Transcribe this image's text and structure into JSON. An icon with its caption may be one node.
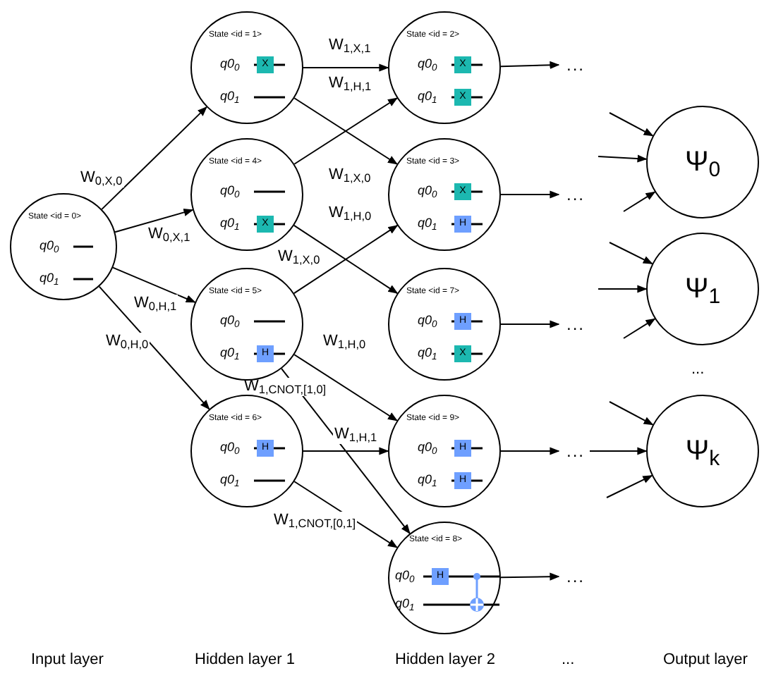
{
  "diagram": {
    "nodes": [
      {
        "text": [
          "State <id = 0>",
          "q0$_{0}$",
          "q0$_{1}$"
        ]
      },
      {
        "text": [
          "State <id = 1>",
          "q0$_{0}$",
          "q0$_{1}$"
        ]
      },
      {
        "text": [
          "X"
        ],
        "in": 1
      },
      {
        "text": [
          "State <id = 4>",
          "q0$_{0}$",
          "q0$_{1}$"
        ]
      },
      {
        "text": [
          "X"
        ],
        "in": 3
      },
      {
        "text": [
          "State <id = 5>",
          "q0$_{0}$",
          "q0$_{1}$"
        ]
      },
      {
        "text": [
          "H"
        ],
        "in": 5
      },
      {
        "text": [
          "State <id = 6>",
          "q0$_{0}$",
          "q0$_{1}$"
        ]
      },
      {
        "text": [
          "H"
        ],
        "in": 7
      },
      {
        "text": [
          "State <id = 2>",
          "q0$_{0}$",
          "q0$_{1}$"
        ]
      },
      {
        "text": [
          "X"
        ],
        "in": 9
      },
      {
        "text": [
          "X"
        ],
        "in": 9
      },
      {
        "text": [
          "State <id = 3>",
          "q0$_{0}$",
          "q0$_{1}$"
        ]
      },
      {
        "text": [
          "X"
        ],
        "in": 12
      },
      {
        "text": [
          "H"
        ],
        "in": 12
      },
      {
        "text": [
          "State <id = 7>",
          "q0$_{0}$",
          "q0$_{1}$"
        ]
      },
      {
        "text": [
          "H"
        ],
        "in": 15
      },
      {
        "text": [
          "X"
        ],
        "in": 15
      },
      {
        "text": [
          "State <id = 9>",
          "q0$_{0}$",
          "q0$_{1}$"
        ]
      },
      {
        "text": [
          "H"
        ],
        "in": 18
      },
      {
        "text": [
          "H"
        ],
        "in": 18
      },
      {
        "text": [
          "State <id = 8>",
          "q0$_{0}$",
          "q0$_{1}$"
        ]
      },
      {
        "text": [
          "H"
        ],
        "in": 21
      },
      {
        "text": [
          "..."
        ]
      },
      {
        "text": [
          "..."
        ]
      },
      {
        "text": [
          "..."
        ]
      },
      {
        "text": [
          "..."
        ]
      },
      {
        "text": [
          "..."
        ]
      },
      {
        "text": [
          "Ψ$_{0}$"
        ]
      },
      {
        "text": [
          "Ψ$_{1}$"
        ]
      },
      {
        "text": [
          "Ψ$_{k}$"
        ]
      }
    ],
    "edges": [
      {
        "from": 0,
        "to": 1,
        "arrow": "to",
        "label": "W$_{0,X,0}$"
      },
      {
        "from": 0,
        "to": 3,
        "arrow": "to",
        "label": "W$_{0,X,1}$"
      },
      {
        "from": 0,
        "to": 5,
        "arrow": "to",
        "label": "W$_{0,H,1}$"
      },
      {
        "from": 0,
        "to": 7,
        "arrow": "to",
        "label": "W$_{0,H,0}$"
      },
      {
        "from": 1,
        "to": 9,
        "arrow": "to",
        "label": "W$_{1,X,1}$"
      },
      {
        "from": 1,
        "to": 12,
        "arrow": "to",
        "label": "W$_{1,H,1}$"
      },
      {
        "from": 3,
        "to": 9,
        "arrow": "to",
        "label": "W$_{1,X,0}$"
      },
      {
        "from": 3,
        "to": 15,
        "arrow": "to",
        "label": "W$_{1,H,0}$"
      },
      {
        "from": 5,
        "to": 12,
        "arrow": "to",
        "label": "W$_{1,X,0}$"
      },
      {
        "from": 5,
        "to": 18,
        "arrow": "to",
        "label": "W$_{1,H,0}$"
      },
      {
        "from": 5,
        "to": 21,
        "arrow": "to",
        "label": "W$_{1,CNOT,[1,0]}$"
      },
      {
        "from": 7,
        "to": 18,
        "arrow": "to",
        "label": "W$_{1,H,1}$"
      },
      {
        "from": 7,
        "to": 21,
        "arrow": "to",
        "label": "W$_{1,CNOT,[0,1]}$"
      },
      {
        "from": 9,
        "to": 23,
        "arrow": "to"
      },
      {
        "from": 12,
        "to": 24,
        "arrow": "to"
      },
      {
        "from": 15,
        "to": 25,
        "arrow": "to"
      },
      {
        "from": 18,
        "to": 26,
        "arrow": "to"
      },
      {
        "from": 21,
        "to": 27,
        "arrow": "to"
      },
      {
        "from": 26,
        "to": 30,
        "arrow": "to"
      },
      {
        "from": null,
        "to": 28,
        "arrow": "to"
      },
      {
        "from": null,
        "to": 28,
        "arrow": "to"
      },
      {
        "from": null,
        "to": 28,
        "arrow": "to"
      },
      {
        "from": null,
        "to": 29,
        "arrow": "to"
      },
      {
        "from": null,
        "to": 29,
        "arrow": "to"
      },
      {
        "from": null,
        "to": 29,
        "arrow": "to"
      },
      {
        "from": null,
        "to": 30,
        "arrow": "to"
      },
      {
        "from": null,
        "to": 30,
        "arrow": "to"
      }
    ],
    "labels": [
      "...",
      "Input layer",
      "Hidden layer 1",
      "Hidden layer 2",
      "...",
      "Output layer"
    ]
  }
}
